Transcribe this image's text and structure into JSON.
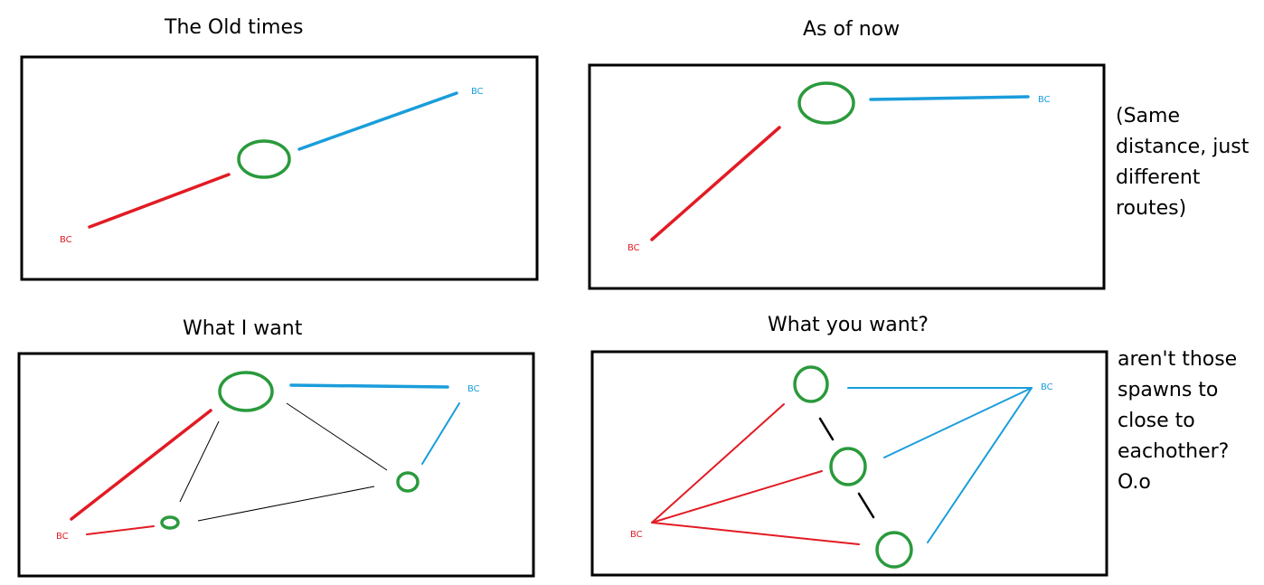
{
  "panels": [
    {
      "title": "The Old times",
      "label_left": "BC",
      "label_right": "BC"
    },
    {
      "title": "As of now",
      "label_left": "BC",
      "label_right": "BC"
    },
    {
      "title": "What I want",
      "label_left": "BC",
      "label_right": "BC"
    },
    {
      "title": "What you want?",
      "label_left": "BC",
      "label_right": "BC"
    }
  ],
  "notes": {
    "top_right": [
      "(Same",
      "distance, just",
      "different",
      "routes)"
    ],
    "bottom_right": [
      "aren't those",
      "spawns to",
      "close to",
      "eachother?",
      "O.o"
    ]
  },
  "colors": {
    "red": "#e21b24",
    "blue": "#1a9ddb",
    "green": "#2a9a3c",
    "black": "#000000"
  }
}
